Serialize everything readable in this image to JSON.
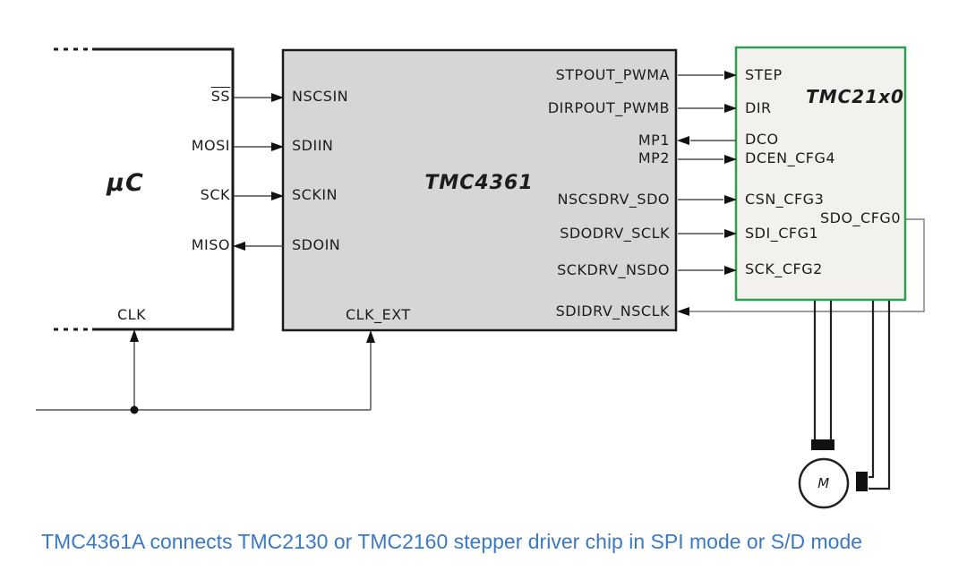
{
  "caption": "TMC4361A connects TMC2130 or TMC2160 stepper driver chip in SPI mode or S/D mode",
  "uc": {
    "title": "µC",
    "pins": {
      "ss": "SS",
      "mosi": "MOSI",
      "sck": "SCK",
      "miso": "MISO",
      "clk": "CLK"
    }
  },
  "tmc4361": {
    "title": "TMC4361",
    "left_pins": [
      "NSCSIN",
      "SDIIN",
      "SCKIN",
      "SDOIN"
    ],
    "bottom_pin": "CLK_EXT",
    "right_pins": [
      "STPOUT_PWMA",
      "DIRPOUT_PWMB",
      "MP1",
      "MP2",
      "NSCSDRV_SDO",
      "SDODRV_SCLK",
      "SCKDRV_NSDO",
      "SDIDRV_NSCLK"
    ]
  },
  "tmc21x0": {
    "title": "TMC21x0",
    "left_pins": [
      "STEP",
      "DIR",
      "DCO",
      "DCEN_CFG4",
      "CSN_CFG3",
      "SDI_CFG1",
      "SCK_CFG2"
    ],
    "right_pins": [
      "SDO_CFG0"
    ]
  },
  "motor": {
    "label": "M"
  },
  "colors": {
    "tmc4361_fill": "#d6d6d6",
    "tmc21x0_fill": "#f2f1ee",
    "tmc21x0_border": "#2e9e50",
    "block_border": "#1a1a1a",
    "wire": "#4d4d4d",
    "loop_wire": "#7d7d7d",
    "caption_text": "#3c79c4"
  }
}
